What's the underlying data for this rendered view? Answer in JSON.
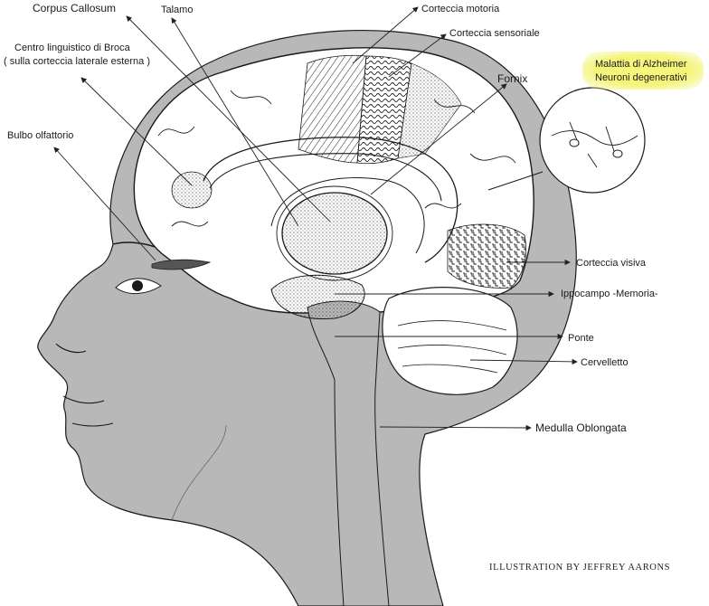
{
  "labels": {
    "corpus_callosum": "Corpus Callosum",
    "talamo": "Talamo",
    "corteccia_motoria": "Corteccia motoria",
    "corteccia_sensoriale": "Corteccia sensoriale",
    "broca_line1": "Centro linguistico di Broca",
    "broca_line2": "( sulla corteccia laterale esterna )",
    "fornix": "Fornix",
    "alzheimer_line1": "Malattia di Alzheimer",
    "alzheimer_line2": "Neuroni degenerativi",
    "bulbo_olfattorio": "Bulbo olfattorio",
    "corteccia_visiva": "Corteccia visiva",
    "ippocampo": "Ippocampo -Memoria-",
    "ponte": "Ponte",
    "cervelletto": "Cervelletto",
    "medulla": "Medulla Oblongata"
  },
  "credit": "ILLUSTRATION BY JEFFREY AARONS",
  "colors": {
    "skin_gray": "#b8b8b8",
    "line": "#1a1a1a",
    "brain_fill": "#ffffff",
    "highlight": "#f4f47a"
  }
}
